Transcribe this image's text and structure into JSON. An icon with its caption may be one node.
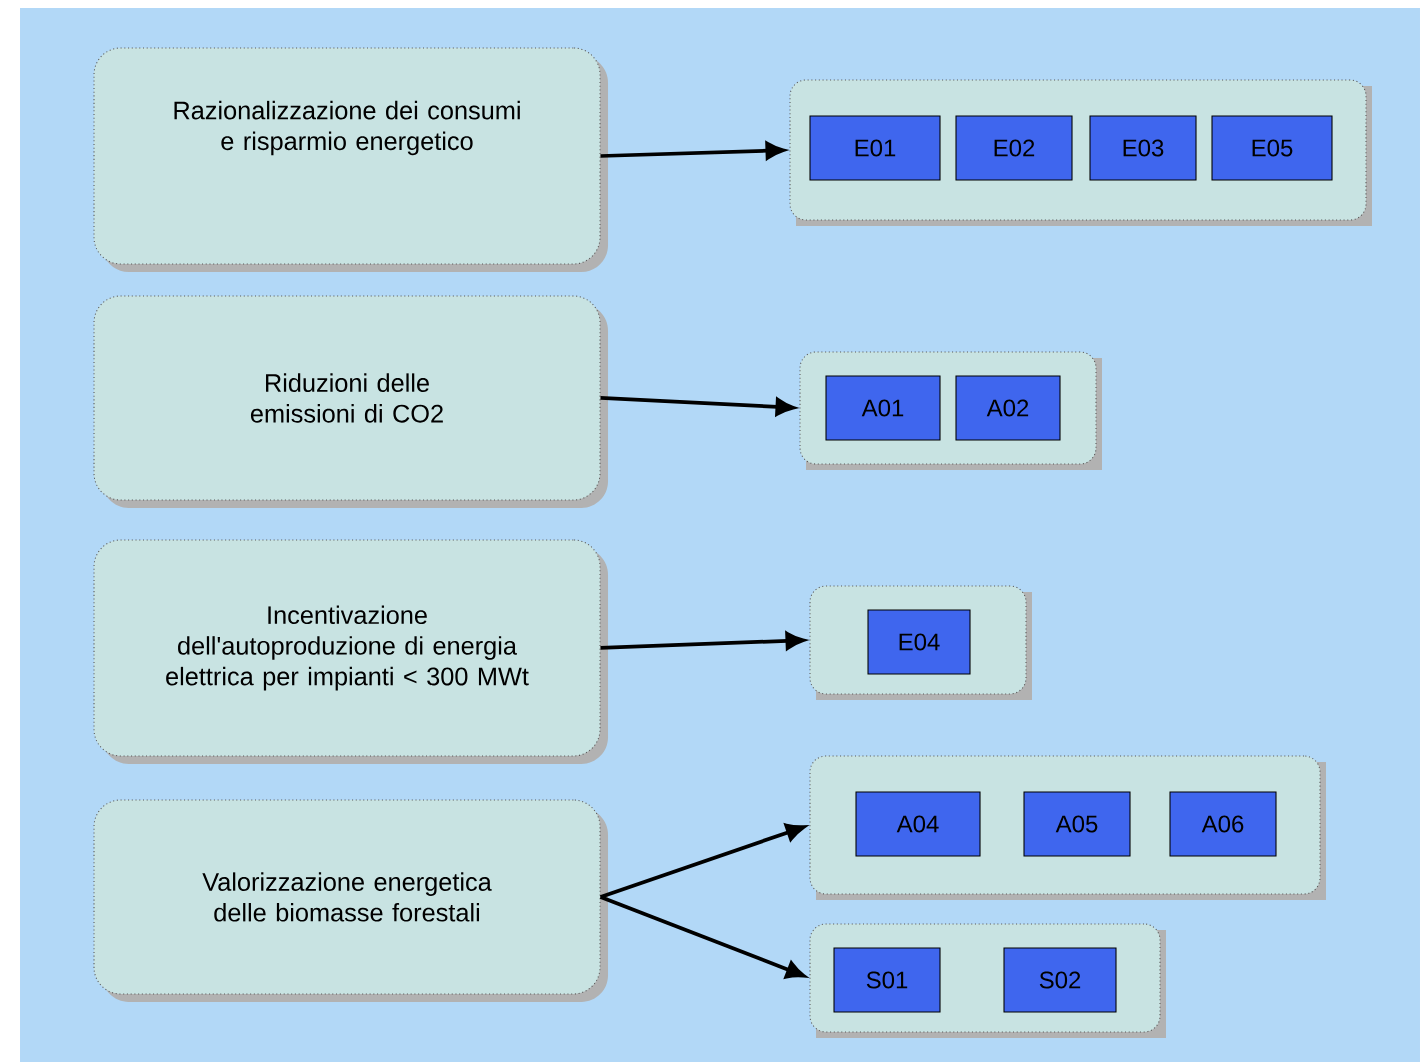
{
  "diagram": {
    "nodes": [
      {
        "text": [
          "Razionalizzazione dei consumi e risparmio energetico"
        ]
      },
      {
        "text": [],
        "shape": "box"
      },
      {
        "text": [
          "E01"
        ],
        "in": 1
      },
      {
        "text": [
          "E02"
        ],
        "in": 1
      },
      {
        "text": [
          "E03"
        ],
        "in": 1
      },
      {
        "text": [
          "E05"
        ],
        "in": 1
      },
      {
        "text": [
          "Riduzioni delle emissioni di CO2"
        ]
      },
      {
        "text": [],
        "shape": "box"
      },
      {
        "text": [
          "A01"
        ],
        "in": 7
      },
      {
        "text": [
          "A02"
        ],
        "in": 7
      },
      {
        "text": [
          "Incentivazione dell'autoproduzione di energia elettrica per impianti < 300 MWt"
        ]
      },
      {
        "text": [],
        "shape": "box"
      },
      {
        "text": [
          "E04"
        ],
        "in": 11
      },
      {
        "text": [
          "Valorizzazione energetica delle biomasse forestali"
        ]
      },
      {
        "text": [],
        "shape": "box"
      },
      {
        "text": [
          "A04"
        ],
        "in": 14
      },
      {
        "text": [
          "A05"
        ],
        "in": 14
      },
      {
        "text": [
          "A06"
        ],
        "in": 14
      },
      {
        "text": [],
        "shape": "box"
      },
      {
        "text": [
          "S01"
        ],
        "in": 18
      },
      {
        "text": [
          "S02"
        ],
        "in": 18
      }
    ],
    "edges": [
      {
        "from": 0,
        "to": 1,
        "arrow": "to"
      },
      {
        "from": 6,
        "to": 7,
        "arrow": "to"
      },
      {
        "from": 10,
        "to": 11,
        "arrow": "to"
      },
      {
        "from": 13,
        "to": 14,
        "arrow": "to"
      },
      {
        "from": 13,
        "to": 18,
        "arrow": "to"
      }
    ]
  }
}
